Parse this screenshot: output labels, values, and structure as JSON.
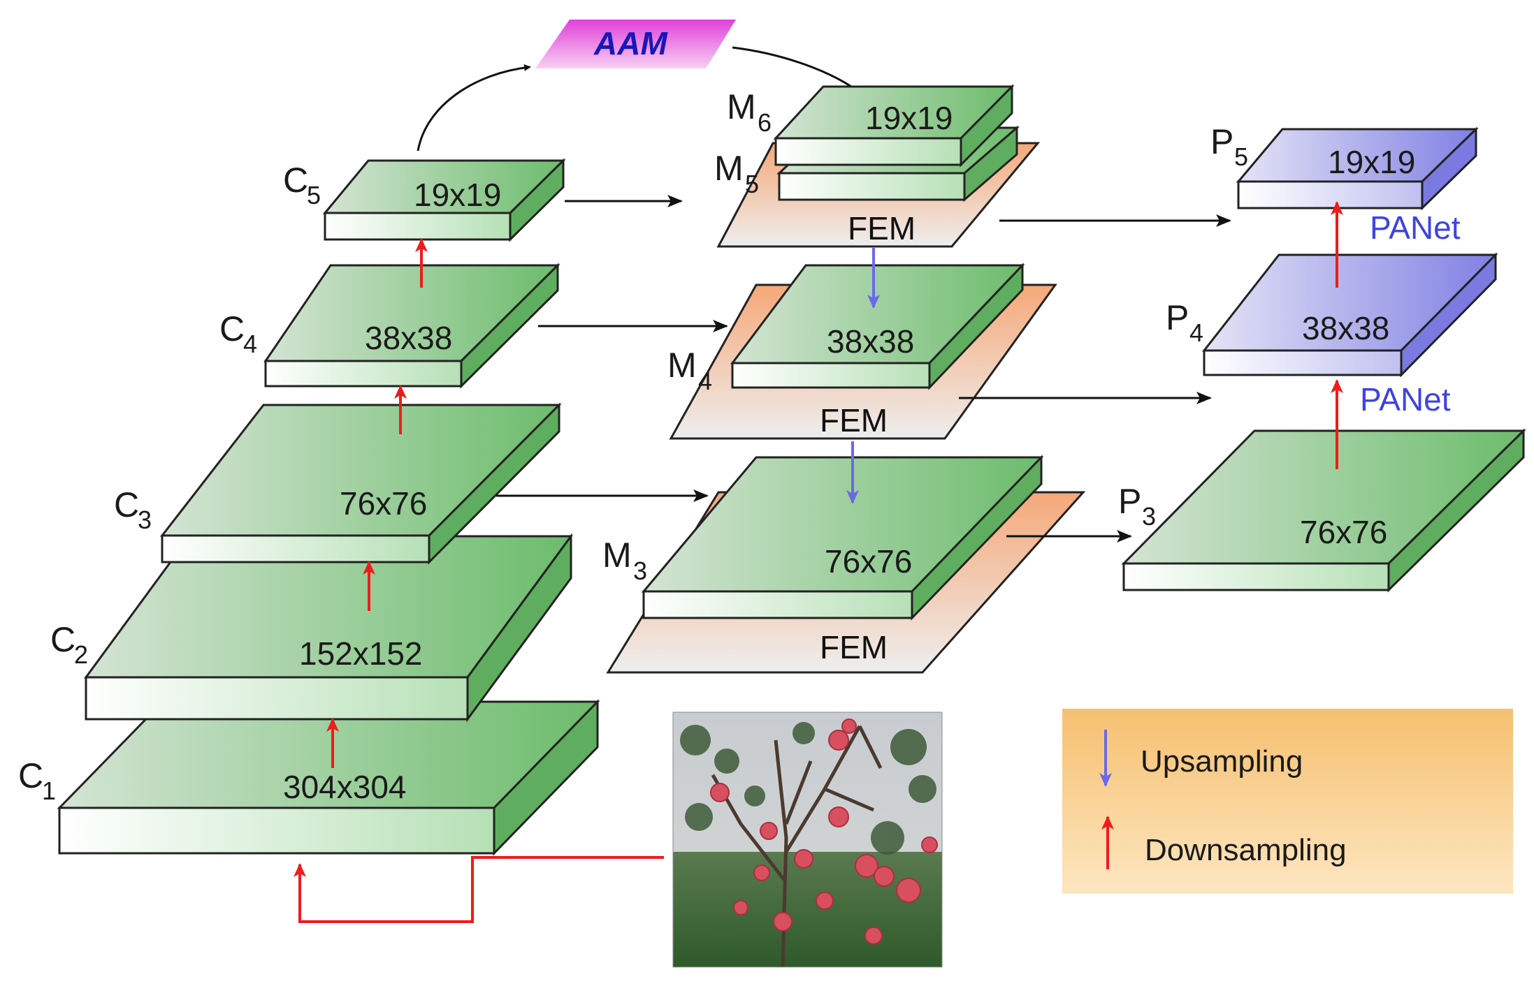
{
  "aam": {
    "label": "AAM"
  },
  "backbone": [
    {
      "name": "C",
      "sub": "1",
      "size": "304x304"
    },
    {
      "name": "C",
      "sub": "2",
      "size": "152x152"
    },
    {
      "name": "C",
      "sub": "3",
      "size": "76x76"
    },
    {
      "name": "C",
      "sub": "4",
      "size": "38x38"
    },
    {
      "name": "C",
      "sub": "5",
      "size": "19x19"
    }
  ],
  "middle": [
    {
      "name": "M",
      "sub": "3",
      "size": "76x76",
      "fem": "FEM"
    },
    {
      "name": "M",
      "sub": "4",
      "size": "38x38",
      "fem": "FEM"
    },
    {
      "name": "M",
      "sub": "5",
      "fem": "FEM"
    },
    {
      "name": "M",
      "sub": "6",
      "size": "19x19"
    }
  ],
  "pyramid": [
    {
      "name": "P",
      "sub": "3",
      "size": "76x76"
    },
    {
      "name": "P",
      "sub": "4",
      "size": "38x38"
    },
    {
      "name": "P",
      "sub": "5",
      "size": "19x19"
    }
  ],
  "panet_labels": [
    "PANet",
    "PANet"
  ],
  "legend": {
    "upsampling": "Upsampling",
    "downsampling": "Downsampling"
  },
  "colors": {
    "green_layer": "#7cc47c",
    "blue_layer": "#8a8ae6",
    "fem_orange": "#f2b48a",
    "aam_magenta": "#e85ae0",
    "downsample_red": "#ee1c1c",
    "upsample_blue": "#6a6ae8",
    "legend_bg": "#f8c878"
  }
}
